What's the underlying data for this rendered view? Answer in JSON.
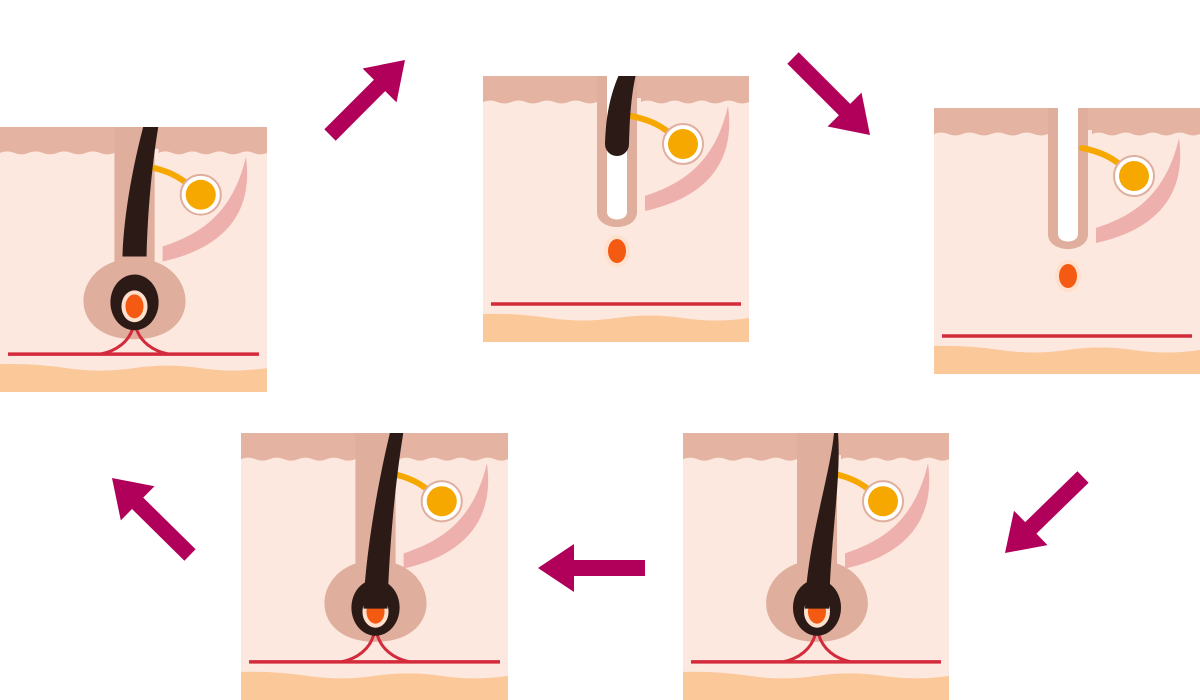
{
  "diagram": {
    "type": "hair-growth-cycle",
    "panel_count": 5,
    "arrow_count": 5,
    "panels": [
      {
        "order": 1,
        "hair": "full",
        "bulb": "attached"
      },
      {
        "order": 2,
        "hair": "short",
        "bulb": "detached"
      },
      {
        "order": 3,
        "hair": "none",
        "bulb": "detached"
      },
      {
        "order": 4,
        "hair": "growing",
        "bulb": "attached"
      },
      {
        "order": 5,
        "hair": "long",
        "bulb": "attached"
      }
    ],
    "colors": {
      "background": "#ffffff",
      "skin": "#fce8df",
      "epidermis": "#e4b3a2",
      "subcutis": "#fbc89a",
      "follicle": "#dfae9c",
      "sebaceous_gland": "#f6a800",
      "muscle": "#eeb0ad",
      "hair": "#2b1a16",
      "papilla": "#f55a12",
      "vessel": "#d32a3c",
      "arrow": "#b0005a"
    }
  }
}
